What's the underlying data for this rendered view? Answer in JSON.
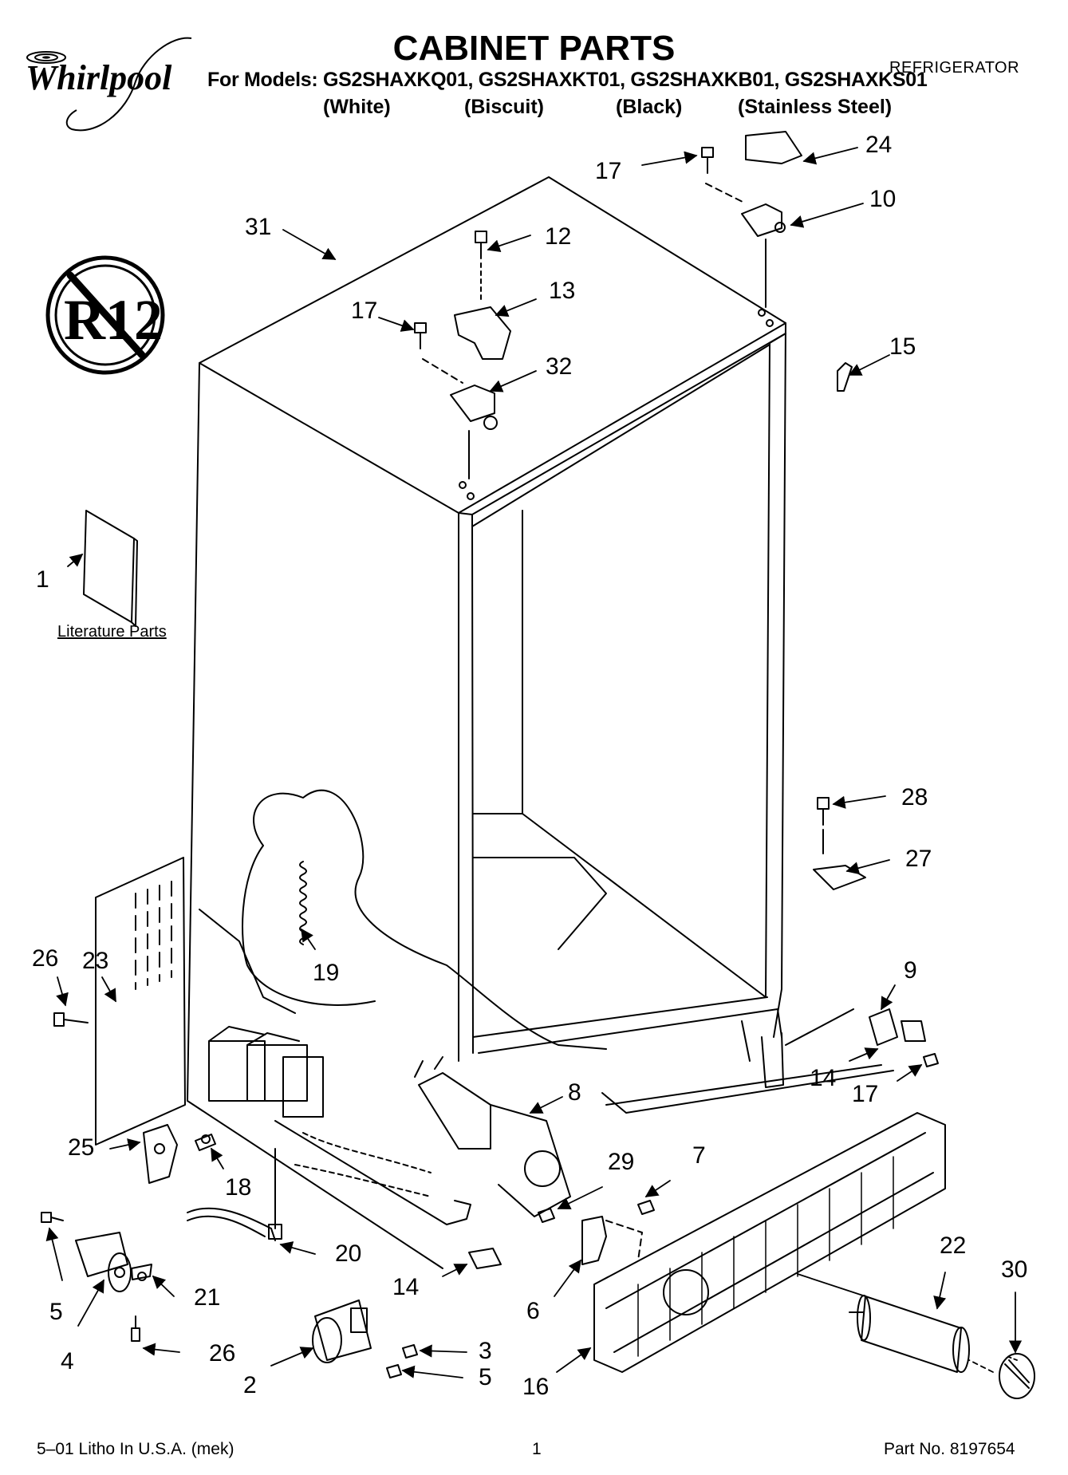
{
  "header": {
    "brand": "Whirlpool",
    "title": "CABINET PARTS",
    "models_line": "For Models: GS2SHAXKQ01, GS2SHAXKT01, GS2SHAXKB01, GS2SHAXKS01",
    "colors": [
      "(White)",
      "(Biscuit)",
      "(Black)",
      "(Stainless Steel)"
    ],
    "product": "REFRIGERATOR"
  },
  "badge": {
    "text": "R12"
  },
  "literature_label": "Literature Parts",
  "callouts": [
    {
      "id": "c1",
      "label": "1"
    },
    {
      "id": "c2",
      "label": "2"
    },
    {
      "id": "c3",
      "label": "3"
    },
    {
      "id": "c4",
      "label": "4"
    },
    {
      "id": "c5a",
      "label": "5"
    },
    {
      "id": "c5b",
      "label": "5"
    },
    {
      "id": "c6",
      "label": "6"
    },
    {
      "id": "c7",
      "label": "7"
    },
    {
      "id": "c8",
      "label": "8"
    },
    {
      "id": "c9",
      "label": "9"
    },
    {
      "id": "c10",
      "label": "10"
    },
    {
      "id": "c12",
      "label": "12"
    },
    {
      "id": "c13",
      "label": "13"
    },
    {
      "id": "c14a",
      "label": "14"
    },
    {
      "id": "c14b",
      "label": "14"
    },
    {
      "id": "c15",
      "label": "15"
    },
    {
      "id": "c16",
      "label": "16"
    },
    {
      "id": "c17a",
      "label": "17"
    },
    {
      "id": "c17b",
      "label": "17"
    },
    {
      "id": "c17c",
      "label": "17"
    },
    {
      "id": "c18",
      "label": "18"
    },
    {
      "id": "c19",
      "label": "19"
    },
    {
      "id": "c20",
      "label": "20"
    },
    {
      "id": "c21",
      "label": "21"
    },
    {
      "id": "c22",
      "label": "22"
    },
    {
      "id": "c23",
      "label": "23"
    },
    {
      "id": "c24",
      "label": "24"
    },
    {
      "id": "c25",
      "label": "25"
    },
    {
      "id": "c26a",
      "label": "26"
    },
    {
      "id": "c26b",
      "label": "26"
    },
    {
      "id": "c27",
      "label": "27"
    },
    {
      "id": "c28",
      "label": "28"
    },
    {
      "id": "c29",
      "label": "29"
    },
    {
      "id": "c30",
      "label": "30"
    },
    {
      "id": "c31",
      "label": "31"
    },
    {
      "id": "c32",
      "label": "32"
    }
  ],
  "footer": {
    "litho": "5–01 Litho In U.S.A. (mek)",
    "page": "1",
    "part_no": "Part No. 8197654"
  }
}
